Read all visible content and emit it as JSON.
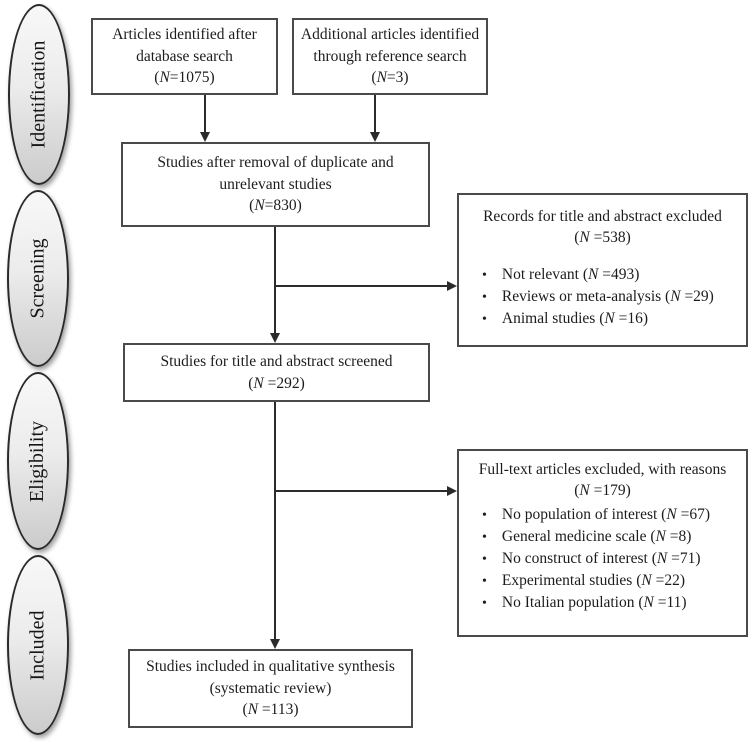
{
  "glyphs": {
    "bullet": "•"
  },
  "colors": {
    "box_border": "#4a4a4a",
    "connector": "#2b2b2b",
    "stage_border": "#2a2a2a",
    "stage_fill_top": "#f8f8f8",
    "stage_fill_bottom": "#cbcbcb",
    "text": "#1c1c1c"
  },
  "stages": [
    {
      "label": "Identification"
    },
    {
      "label": "Screening"
    },
    {
      "label": "Eligibility"
    },
    {
      "label": "Included"
    }
  ],
  "boxes": {
    "database_search": {
      "lines": [
        "Articles identified after",
        "database search",
        "(N=1075)"
      ]
    },
    "reference_search": {
      "lines": [
        "Additional articles identified",
        "through reference search",
        "(N=3)"
      ]
    },
    "after_removal": {
      "lines": [
        "Studies after removal of duplicate and",
        "unrelevant studies",
        "(N=830)"
      ]
    },
    "title_abstract_screened": {
      "lines": [
        "Studies for title and abstract screened",
        "(N =292)"
      ]
    },
    "qualitative_synthesis": {
      "lines": [
        "Studies included in qualitative synthesis",
        "(systematic review)",
        "(N =113)"
      ]
    },
    "title_abstract_excluded": {
      "title_lines": [
        "Records for title and abstract excluded",
        "(N =538)"
      ],
      "bullets": [
        "Not relevant (N =493)",
        "Reviews or meta-analysis (N =29)",
        "Animal studies (N =16)"
      ]
    },
    "fulltext_excluded": {
      "title_lines": [
        "Full-text articles excluded, with reasons",
        "(N =179)"
      ],
      "bullets": [
        "No population of interest (N =67)",
        "General medicine scale (N =8)",
        "No construct of interest (N =71)",
        "Experimental studies (N =22)",
        "No Italian population (N =11)"
      ]
    }
  }
}
